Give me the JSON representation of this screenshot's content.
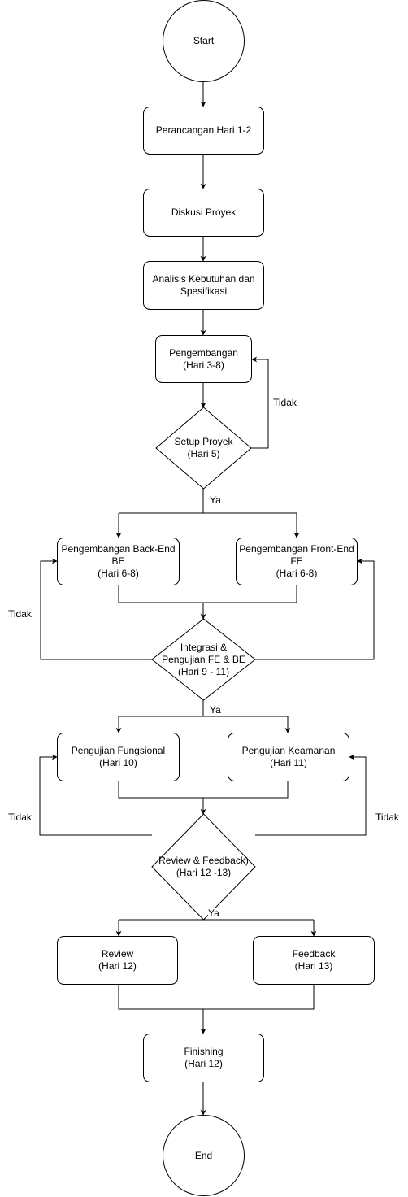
{
  "diagram": {
    "nodes": {
      "start": {
        "shape": "circle",
        "lines": [
          "Start"
        ]
      },
      "perancangan": {
        "shape": "rounded-rect",
        "lines": [
          "Perancangan Hari 1-2"
        ]
      },
      "diskusi": {
        "shape": "rounded-rect",
        "lines": [
          "Diskusi Proyek"
        ]
      },
      "analisis": {
        "shape": "rounded-rect",
        "lines": [
          "Analisis Kebutuhan dan",
          "Spesifikasi"
        ]
      },
      "pengembangan": {
        "shape": "rounded-rect",
        "lines": [
          "Pengembangan",
          "(Hari 3-8)"
        ]
      },
      "setup": {
        "shape": "diamond",
        "lines": [
          "Setup Proyek",
          "(Hari 5)"
        ]
      },
      "backend": {
        "shape": "rounded-rect",
        "lines": [
          "Pengembangan Back-End",
          "BE",
          "(Hari 6-8)"
        ]
      },
      "frontend": {
        "shape": "rounded-rect",
        "lines": [
          "Pengembangan Front-End",
          "FE",
          "(Hari 6-8)"
        ]
      },
      "integrasi": {
        "shape": "diamond",
        "lines": [
          "Integrasi &",
          "Pengujian FE & BE",
          "(Hari 9 - 11)"
        ]
      },
      "fungsional": {
        "shape": "rounded-rect",
        "lines": [
          "Pengujian Fungsional",
          "(Hari 10)"
        ]
      },
      "keamanan": {
        "shape": "rounded-rect",
        "lines": [
          "Pengujian Keamanan",
          "(Hari 11)"
        ]
      },
      "review_feedback": {
        "shape": "diamond",
        "lines": [
          "Review & Feedback)",
          "(Hari 12 -13)"
        ]
      },
      "review": {
        "shape": "rounded-rect",
        "lines": [
          "Review",
          "(Hari 12)"
        ]
      },
      "feedback": {
        "shape": "rounded-rect",
        "lines": [
          "Feedback",
          "(Hari 13)"
        ]
      },
      "finishing": {
        "shape": "rounded-rect",
        "lines": [
          "Finishing",
          "(Hari 12)"
        ]
      },
      "end": {
        "shape": "circle",
        "lines": [
          "End"
        ]
      }
    },
    "edge_labels": {
      "setup_no": "Tidak",
      "setup_yes": "Ya",
      "integrasi_no": "Tidak",
      "integrasi_yes": "Ya",
      "review_no_left": "Tidak",
      "review_no_right": "Tidak",
      "review_yes": "Ya"
    },
    "colors": {
      "stroke": "#000000",
      "fill": "#ffffff",
      "text": "#000000"
    }
  }
}
